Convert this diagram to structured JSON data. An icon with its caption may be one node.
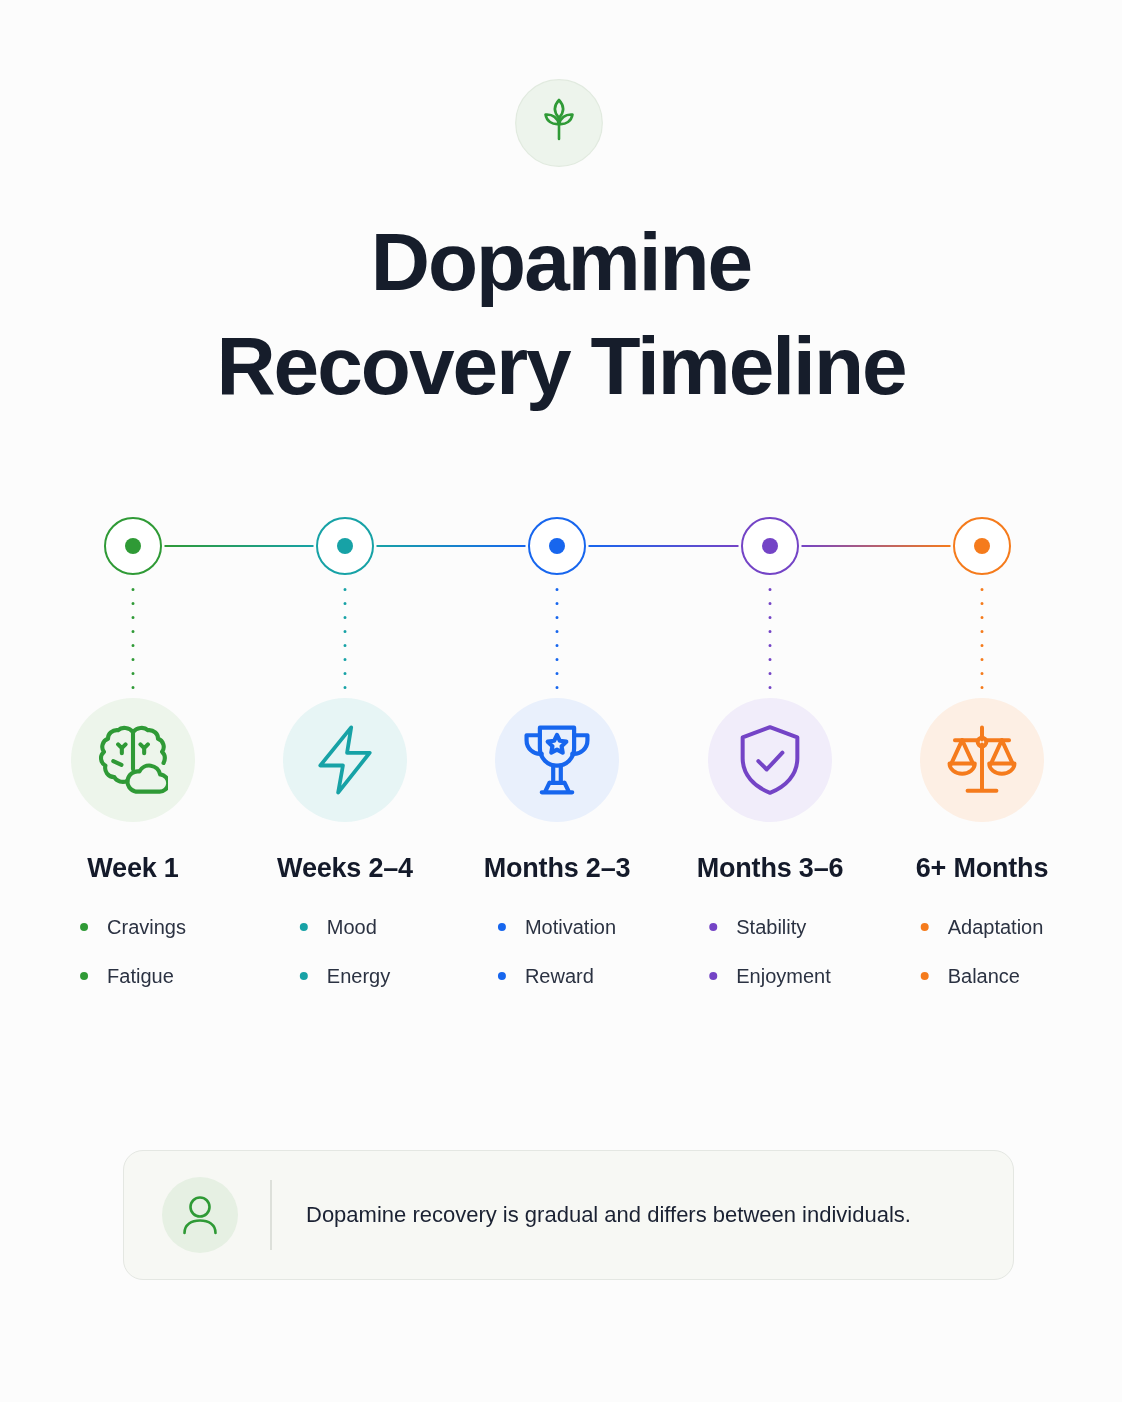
{
  "diagram": {
    "title": "Dopamine Recovery Timeline",
    "nodes": [
      {
        "text": [],
        "shape": "circle"
      },
      {
        "text": [],
        "shape": "circle"
      },
      {
        "text": [],
        "shape": "circle"
      },
      {
        "text": [],
        "shape": "circle"
      },
      {
        "text": [],
        "shape": "circle"
      },
      {
        "text": [
          "Week 1"
        ],
        "beside": [
          "Cravings",
          "Fatigue"
        ]
      },
      {
        "text": [
          "Weeks 2–4"
        ],
        "beside": [
          "Mood",
          "Energy"
        ]
      },
      {
        "text": [
          "Months 2–3"
        ],
        "beside": [
          "Motivation",
          "Reward"
        ]
      },
      {
        "text": [
          "Months 3–6"
        ],
        "beside": [
          "Stability",
          "Enjoyment"
        ]
      },
      {
        "text": [
          "6+ Months"
        ],
        "beside": [
          "Adaptation",
          "Balance"
        ]
      },
      {
        "text": [
          "Dopamine recovery is gradual and differs between individuals."
        ]
      }
    ],
    "edges": [
      {
        "from": 0,
        "to": 1,
        "arrow": "none"
      },
      {
        "from": 1,
        "to": 2,
        "arrow": "none"
      },
      {
        "from": 2,
        "to": 3,
        "arrow": "none"
      },
      {
        "from": 3,
        "to": 4,
        "arrow": "none"
      },
      {
        "from": 0,
        "to": 5,
        "arrow": "none",
        "style": "dashed"
      },
      {
        "from": 1,
        "to": 6,
        "arrow": "none",
        "style": "dashed"
      },
      {
        "from": 2,
        "to": 7,
        "arrow": "none",
        "style": "dashed"
      },
      {
        "from": 3,
        "to": 8,
        "arrow": "none",
        "style": "dashed"
      },
      {
        "from": 4,
        "to": 9,
        "arrow": "none",
        "style": "dashed"
      }
    ]
  }
}
